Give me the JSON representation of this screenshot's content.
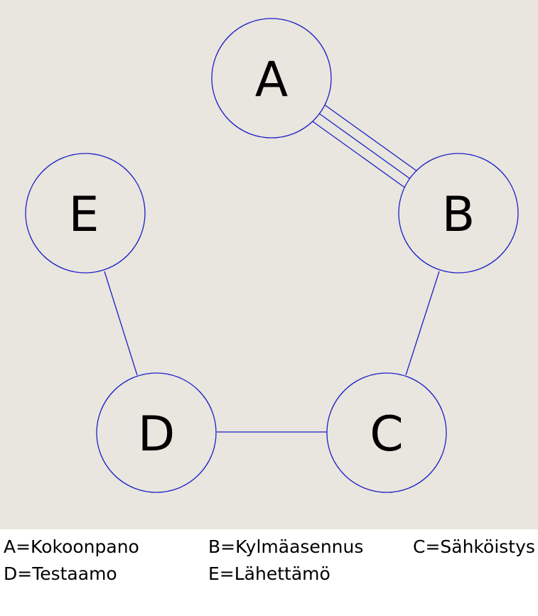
{
  "diagram": {
    "nodes": [
      {
        "id": "A",
        "label": "A"
      },
      {
        "id": "B",
        "label": "B"
      },
      {
        "id": "C",
        "label": "C"
      },
      {
        "id": "D",
        "label": "D"
      },
      {
        "id": "E",
        "label": "E"
      }
    ],
    "edges": [
      {
        "from": "A",
        "to": "B",
        "lines": 3
      },
      {
        "from": "B",
        "to": "C",
        "lines": 1
      },
      {
        "from": "C",
        "to": "D",
        "lines": 1
      },
      {
        "from": "D",
        "to": "E",
        "lines": 1
      }
    ],
    "colors": {
      "background": "#e8e6de",
      "stroke": "#1f1fc8",
      "text": "#000000"
    }
  },
  "legend": {
    "a": "A=Kokoonpano",
    "b": "B=Kylmäasennus",
    "c": "C=Sähköistys",
    "d": "D=Testaamo",
    "e": "E=Lähettämö"
  }
}
